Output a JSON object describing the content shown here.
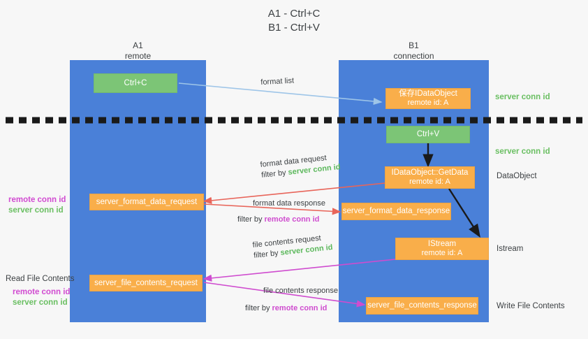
{
  "title": {
    "line1": "A1 - Ctrl+C",
    "line2": "B1 - Ctrl+V"
  },
  "lanes": [
    {
      "id": "a1",
      "name": "A1",
      "sub": "remote"
    },
    {
      "id": "b1",
      "name": "B1",
      "sub": "connection"
    }
  ],
  "boxes": {
    "ctrl_c": {
      "line1": "Ctrl+C",
      "line2": ""
    },
    "save_idataobject": {
      "line1": "保存IDataObject",
      "line2": "remote id: A"
    },
    "ctrl_v": {
      "line1": "Ctrl+V",
      "line2": ""
    },
    "getdata": {
      "line1": "IDataObject::GetData",
      "line2": "remote id: A"
    },
    "server_format_data_request": {
      "line1": "server_format_data_request",
      "line2": ""
    },
    "server_format_data_response": {
      "line1": "server_format_data_response",
      "line2": ""
    },
    "istream": {
      "line1": "IStream",
      "line2": "remote id: A"
    },
    "server_file_contents_request": {
      "line1": "server_file_contents_request",
      "line2": ""
    },
    "server_file_contents_response": {
      "line1": "server_file_contents_response",
      "line2": ""
    }
  },
  "annotations": {
    "format_list": "format list",
    "format_data_request": {
      "main": "format data request",
      "prefix": "filter by ",
      "key": "server conn id"
    },
    "format_data_response": {
      "main": "format data response",
      "prefix": "filter by ",
      "key": "remote conn id"
    },
    "file_contents_request": {
      "main": "file contents request",
      "prefix": "filter by ",
      "key": "server conn id"
    },
    "file_contents_response": {
      "main": "file contents response",
      "prefix": "filter by ",
      "key": "remote conn id"
    }
  },
  "right_labels": {
    "server_conn_id_top": "server conn id",
    "server_conn_id_mid": "server conn id",
    "dataobject": "DataObject",
    "istream": "Istream",
    "write_file_contents": "Write File Contents"
  },
  "left_labels": {
    "remote_conn_id_upper": "remote conn id",
    "server_conn_id_upper": "server conn id",
    "read_file_contents": "Read File Contents",
    "remote_conn_id_lower": "remote conn id",
    "server_conn_id_lower": "server conn id"
  },
  "colors": {
    "lane": "#4a80d8",
    "green_box": "#7cc576",
    "orange_box": "#f9ae4a",
    "green_text": "#5cb85c",
    "magenta_text": "#cf4ccf",
    "arrow_blue": "#9ec5e8",
    "arrow_red": "#e8655a",
    "arrow_magenta": "#cf4ccf",
    "arrow_dark": "#1a1a1a",
    "background": "#f7f7f7"
  }
}
